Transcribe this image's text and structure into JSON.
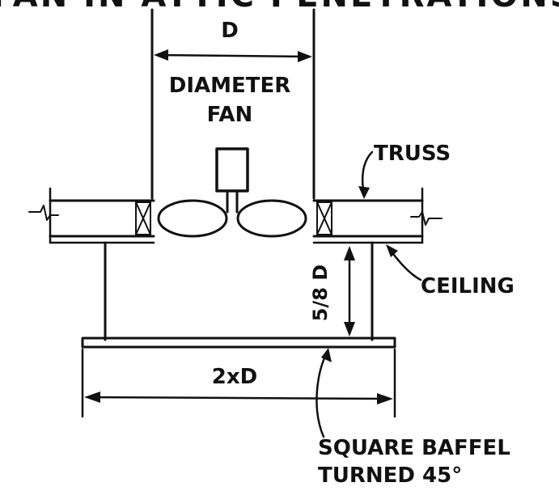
{
  "header": {
    "partial_caption": "FAN IN ATTIC PENETRATIONS"
  },
  "labels": {
    "fan_width": "D",
    "fan_caption_line1": "DIAMETER",
    "fan_caption_line2": "FAN",
    "truss": "TRUSS",
    "ceiling": "CEILING",
    "drop": "5/8 D",
    "baffle_width": "2xD",
    "baffle_caption_line1": "SQUARE BAFFEL",
    "baffle_caption_line2": "TURNED 45°"
  },
  "colors": {
    "ink": "#111111",
    "paper": "#ffffff"
  }
}
